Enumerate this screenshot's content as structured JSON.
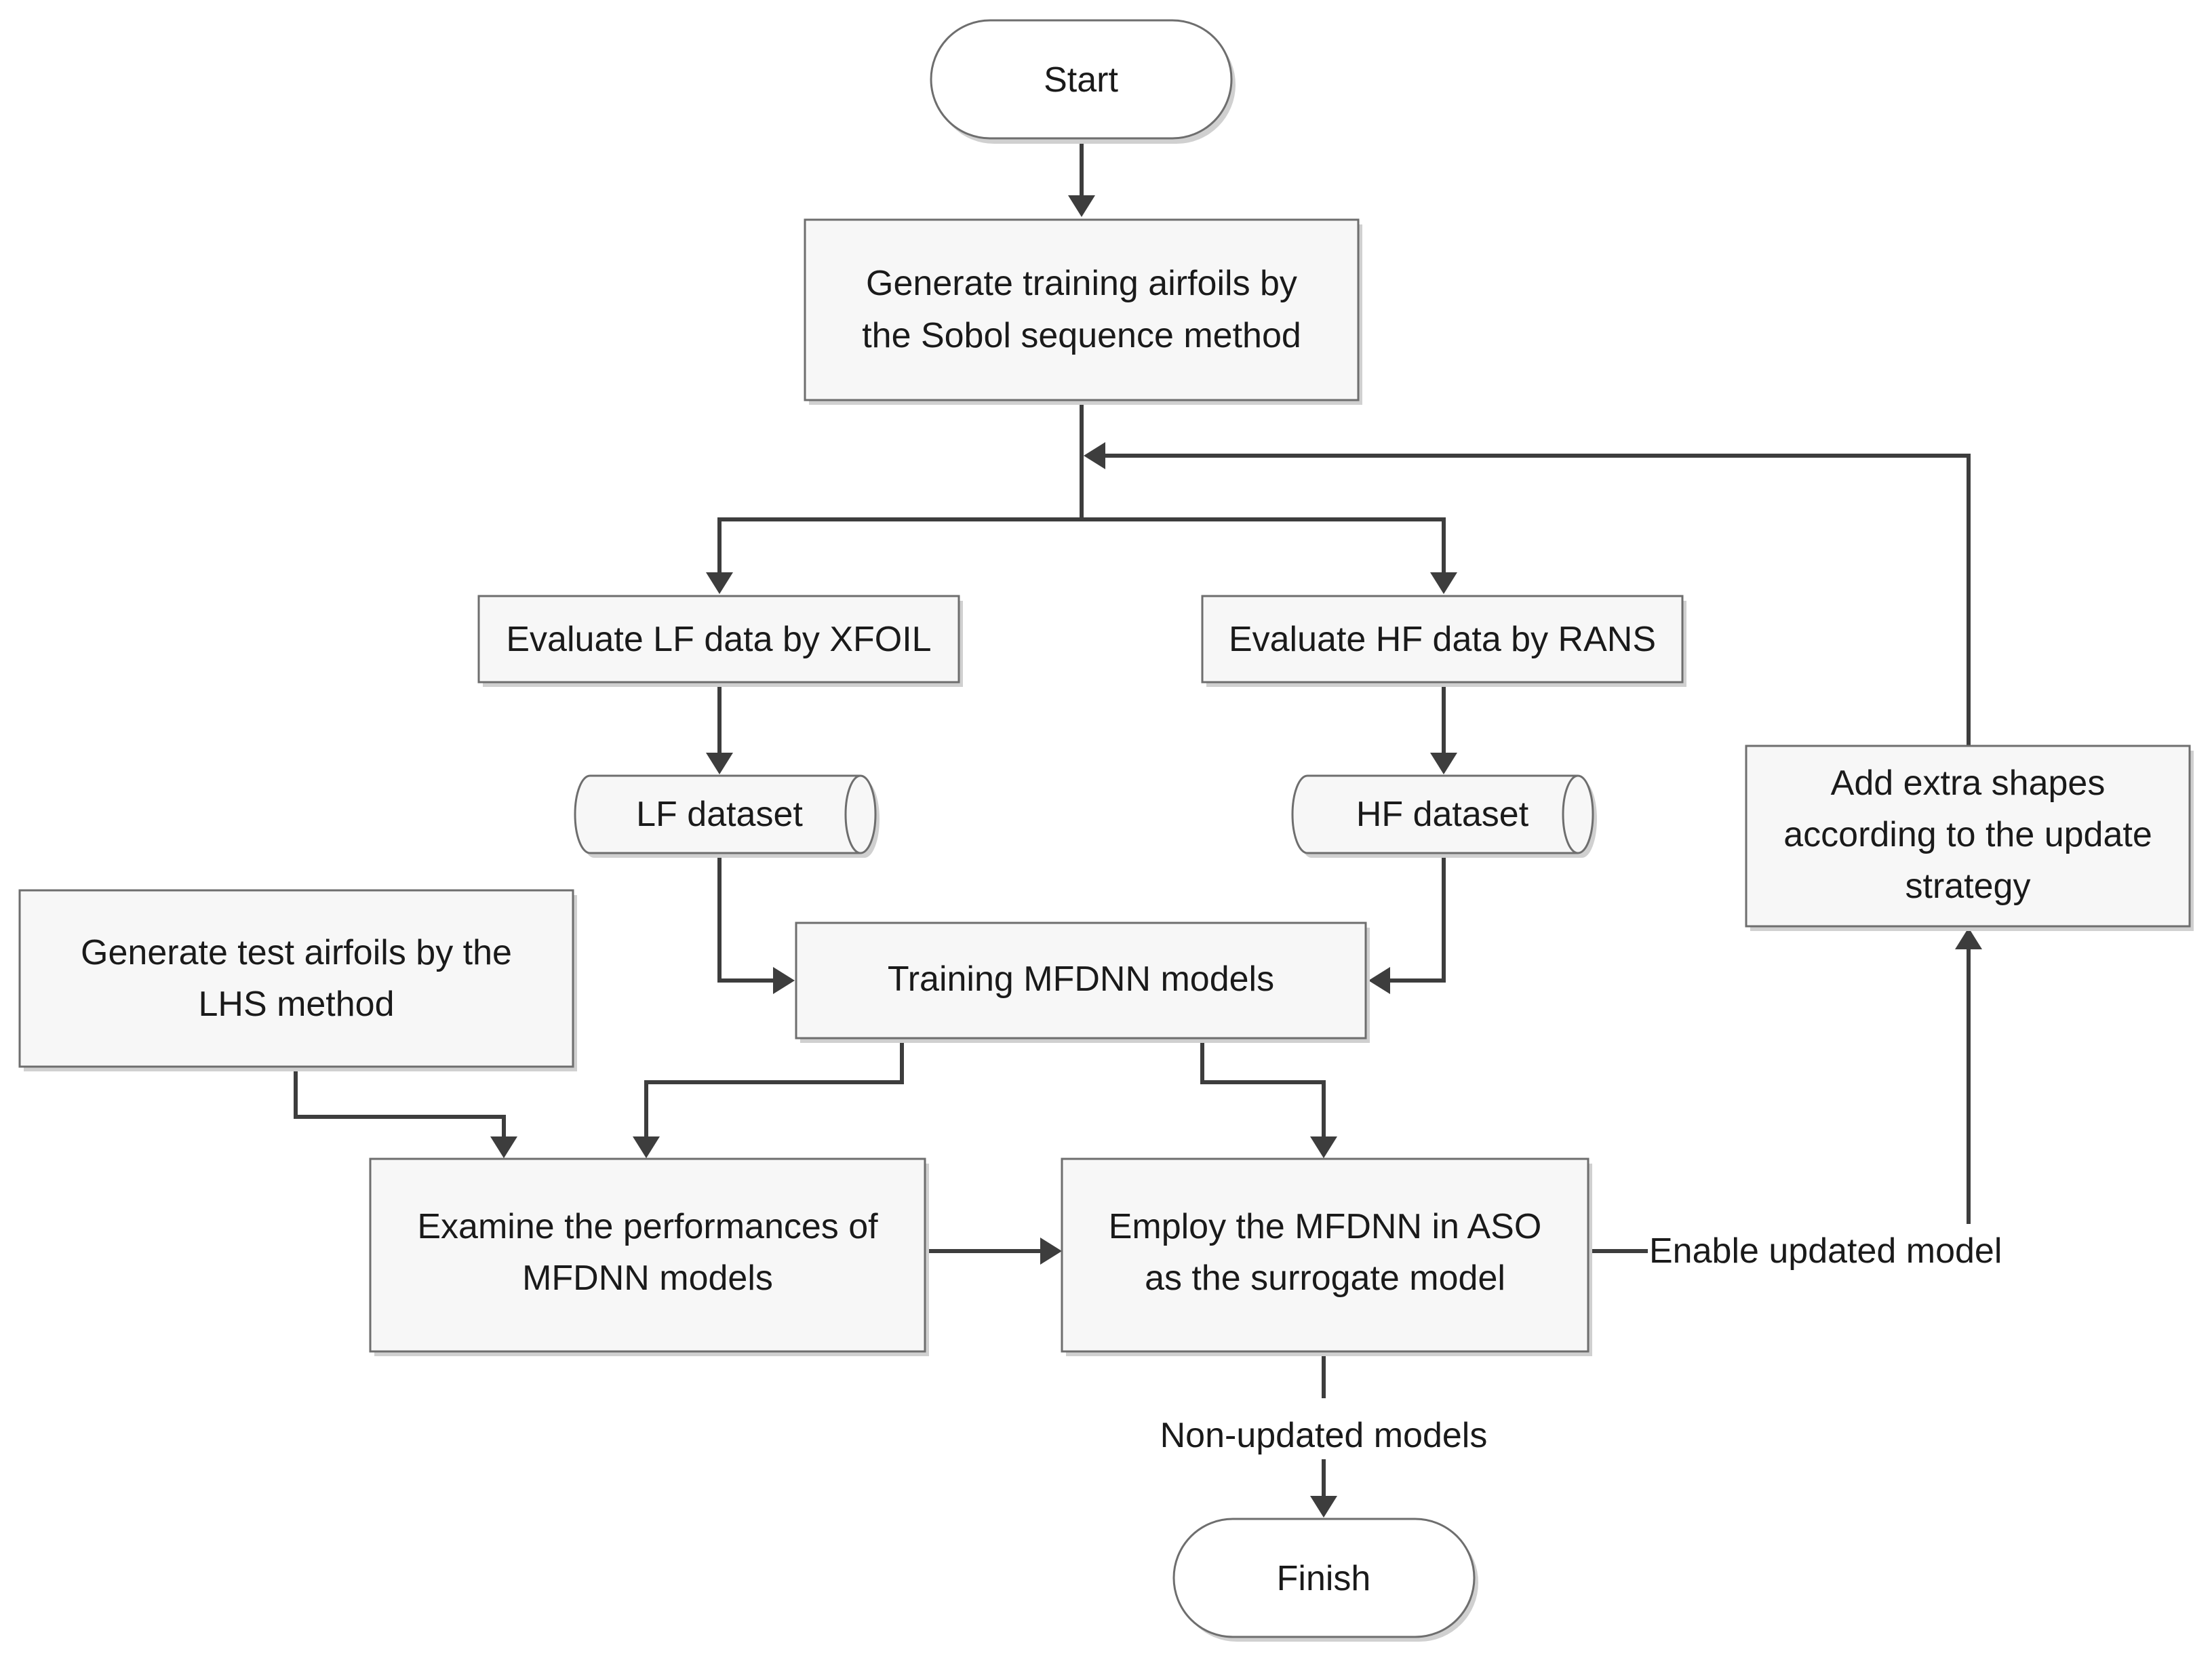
{
  "nodes": {
    "start": {
      "lines": [
        "Start"
      ]
    },
    "generate_training": {
      "lines": [
        "Generate training airfoils by",
        "the Sobol sequence method"
      ]
    },
    "evaluate_lf": {
      "lines": [
        "Evaluate LF data by XFOIL"
      ]
    },
    "evaluate_hf": {
      "lines": [
        "Evaluate HF data by RANS"
      ]
    },
    "lf_dataset": {
      "lines": [
        "LF dataset"
      ]
    },
    "hf_dataset": {
      "lines": [
        "HF dataset"
      ]
    },
    "training_mfdnn": {
      "lines": [
        "Training MFDNN models"
      ]
    },
    "generate_test": {
      "lines": [
        "Generate test airfoils by the",
        "LHS method"
      ]
    },
    "examine": {
      "lines": [
        "Examine the performances of",
        "MFDNN models"
      ]
    },
    "employ": {
      "lines": [
        "Employ the MFDNN in ASO",
        "as the surrogate model"
      ]
    },
    "add_shapes": {
      "lines": [
        "Add extra shapes",
        "according to the update",
        "strategy"
      ]
    },
    "finish": {
      "lines": [
        "Finish"
      ]
    }
  },
  "edge_labels": {
    "enable_updated": "Enable updated model",
    "non_updated": "Non-updated models"
  },
  "colors": {
    "box_fill": "#f7f7f7",
    "box_border": "#6e6e6e",
    "line": "#3d3d3d",
    "text": "#1a1a1a"
  }
}
